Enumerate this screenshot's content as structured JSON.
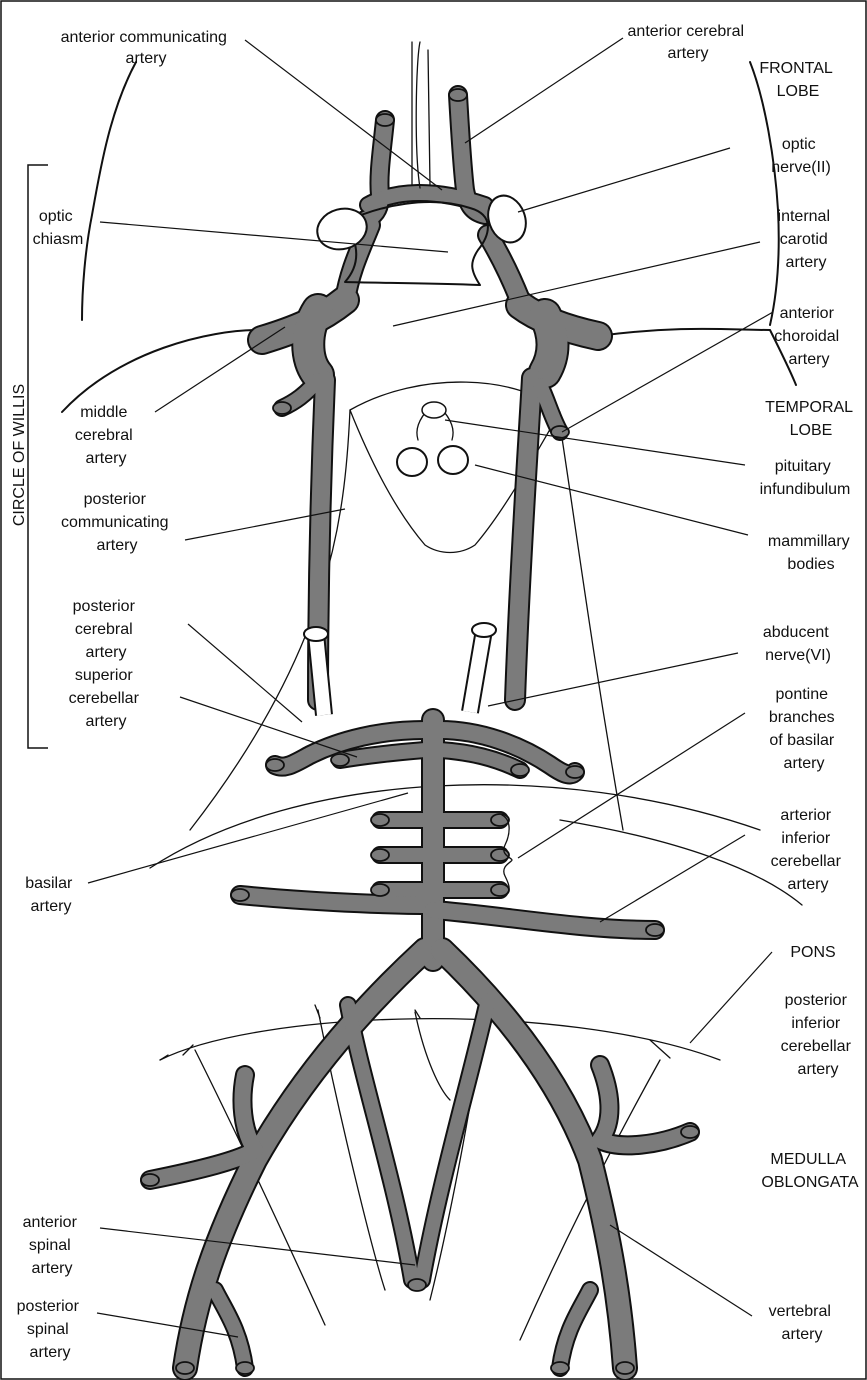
{
  "colors": {
    "vessel": "#7b7b7b",
    "outline": "#111111",
    "background": "#ffffff"
  },
  "bracket_label": "CIRCLE OF WILLIS",
  "regions": {
    "frontal": [
      "FRONTAL",
      "LOBE"
    ],
    "temporal": [
      "TEMPORAL",
      "LOBE"
    ],
    "pons": [
      "PONS"
    ],
    "medulla": [
      "MEDULLA",
      "OBLONGATA"
    ]
  },
  "labels": {
    "anterior_communicating_artery": [
      "anterior communicating",
      "artery"
    ],
    "anterior_cerebral_artery": [
      "anterior cerebral",
      "artery"
    ],
    "optic_nerve": [
      "optic",
      "nerve(II)"
    ],
    "optic_chiasm": [
      "optic",
      "chiasm"
    ],
    "internal_carotid_artery": [
      "internal",
      "carotid",
      "artery"
    ],
    "anterior_choroidal_artery": [
      "anterior",
      "choroidal",
      "artery"
    ],
    "middle_cerebral_artery": [
      "middle",
      "cerebral",
      "artery"
    ],
    "pituitary_infundibulum": [
      "pituitary",
      "infundibulum"
    ],
    "posterior_communicating_artery": [
      "posterior",
      "communicating",
      "artery"
    ],
    "mammillary_bodies": [
      "mammillary",
      "bodies"
    ],
    "posterior_cerebral_artery": [
      "posterior",
      "cerebral",
      "artery"
    ],
    "abducent_nerve": [
      "abducent",
      "nerve(VI)"
    ],
    "superior_cerebellar_artery": [
      "superior",
      "cerebellar",
      "artery"
    ],
    "pontine_branches": [
      "pontine",
      "branches",
      "of basilar",
      "artery"
    ],
    "basilar_artery": [
      "basilar",
      "artery"
    ],
    "anterior_inferior_cerebellar_artery": [
      "arterior",
      "inferior",
      "cerebellar",
      "artery"
    ],
    "posterior_inferior_cerebellar_artery": [
      "posterior",
      "inferior",
      "cerebellar",
      "artery"
    ],
    "anterior_spinal_artery": [
      "anterior",
      "spinal",
      "artery"
    ],
    "posterior_spinal_artery": [
      "posterior",
      "spinal",
      "artery"
    ],
    "vertebral_artery": [
      "vertebral",
      "artery"
    ]
  }
}
